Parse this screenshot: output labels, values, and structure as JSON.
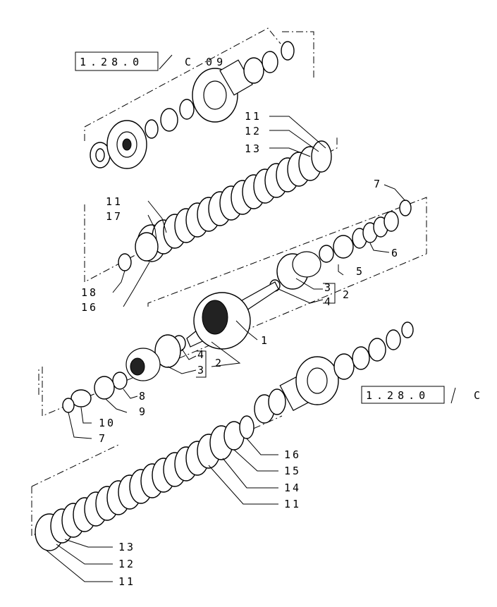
{
  "references": {
    "top": {
      "box": "1.28.0",
      "suffix": "C 09"
    },
    "middle": {
      "box": "1.28.0",
      "suffix": "C"
    }
  },
  "labels": {
    "l11a": "11",
    "l12a": "12",
    "l13a": "13",
    "l11b": "11",
    "l17": "17",
    "l18": "18",
    "l16a": "16",
    "l7a": "7",
    "l6": "6",
    "l5": "5",
    "l3a": "3",
    "l4a": "4",
    "l2a": "2",
    "l1": "1",
    "l4b": "4",
    "l3b": "3",
    "l2b": "2",
    "l8": "8",
    "l9": "9",
    "l10": "10",
    "l7b": "7",
    "l16b": "16",
    "l15": "15",
    "l14": "14",
    "l11c": "11",
    "l13b": "13",
    "l12b": "12",
    "l11d": "11"
  }
}
